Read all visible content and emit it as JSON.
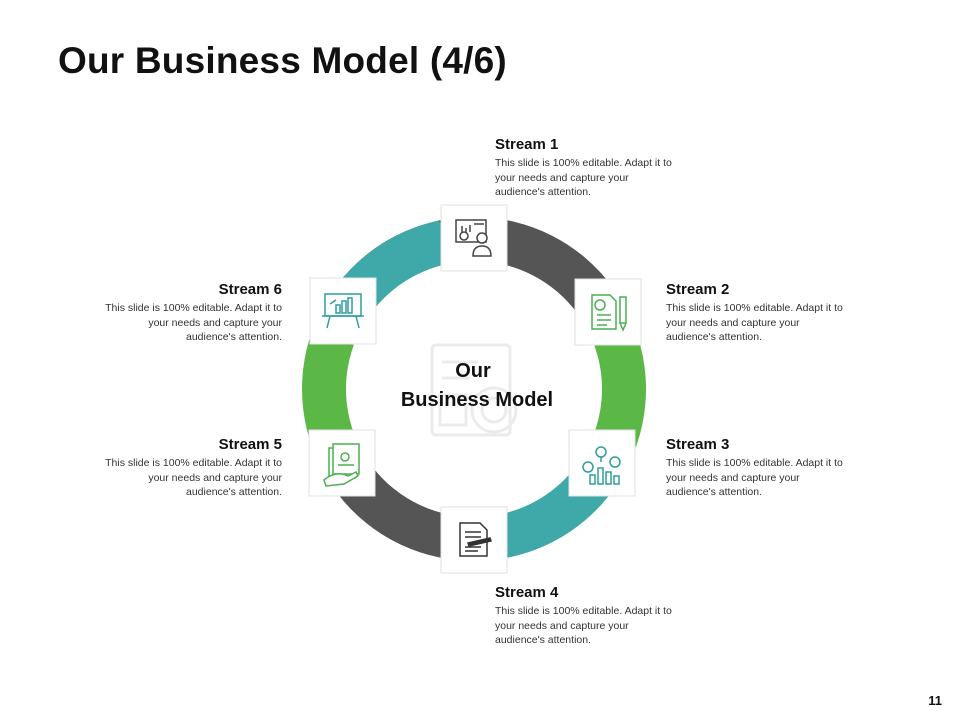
{
  "slide": {
    "title": "Our Business Model (4/6)",
    "page_number": "11"
  },
  "center": {
    "line1": "Our",
    "line2": "Business Model"
  },
  "streams": [
    {
      "title": "Stream 1",
      "description": "This slide is 100% editable. Adapt it to your needs and capture your audience's attention."
    },
    {
      "title": "Stream 2",
      "description": "This slide is 100% editable. Adapt it to your needs and capture your audience's attention."
    },
    {
      "title": "Stream 3",
      "description": "This slide is 100% editable. Adapt it to your needs and capture your audience's attention."
    },
    {
      "title": "Stream 4",
      "description": "This slide is 100% editable. Adapt it to your needs and capture your audience's attention."
    },
    {
      "title": "Stream 5",
      "description": "This slide is 100% editable. Adapt it to your needs and capture your audience's attention."
    },
    {
      "title": "Stream 6",
      "description": "This slide is 100% editable. Adapt it to your needs and capture your audience's attention."
    }
  ],
  "icons": [
    "presenter-dashboard-icon",
    "document-pencil-icon",
    "dollar-bar-chart-icon",
    "document-pen-icon",
    "hand-report-icon",
    "presentation-board-icon"
  ],
  "colors": {
    "dark_gray": "#555555",
    "green": "#5cb846",
    "teal": "#3fa8a8",
    "icon_green": "#4caf50",
    "icon_teal": "#2e9e9e",
    "icon_gray": "#444444"
  }
}
